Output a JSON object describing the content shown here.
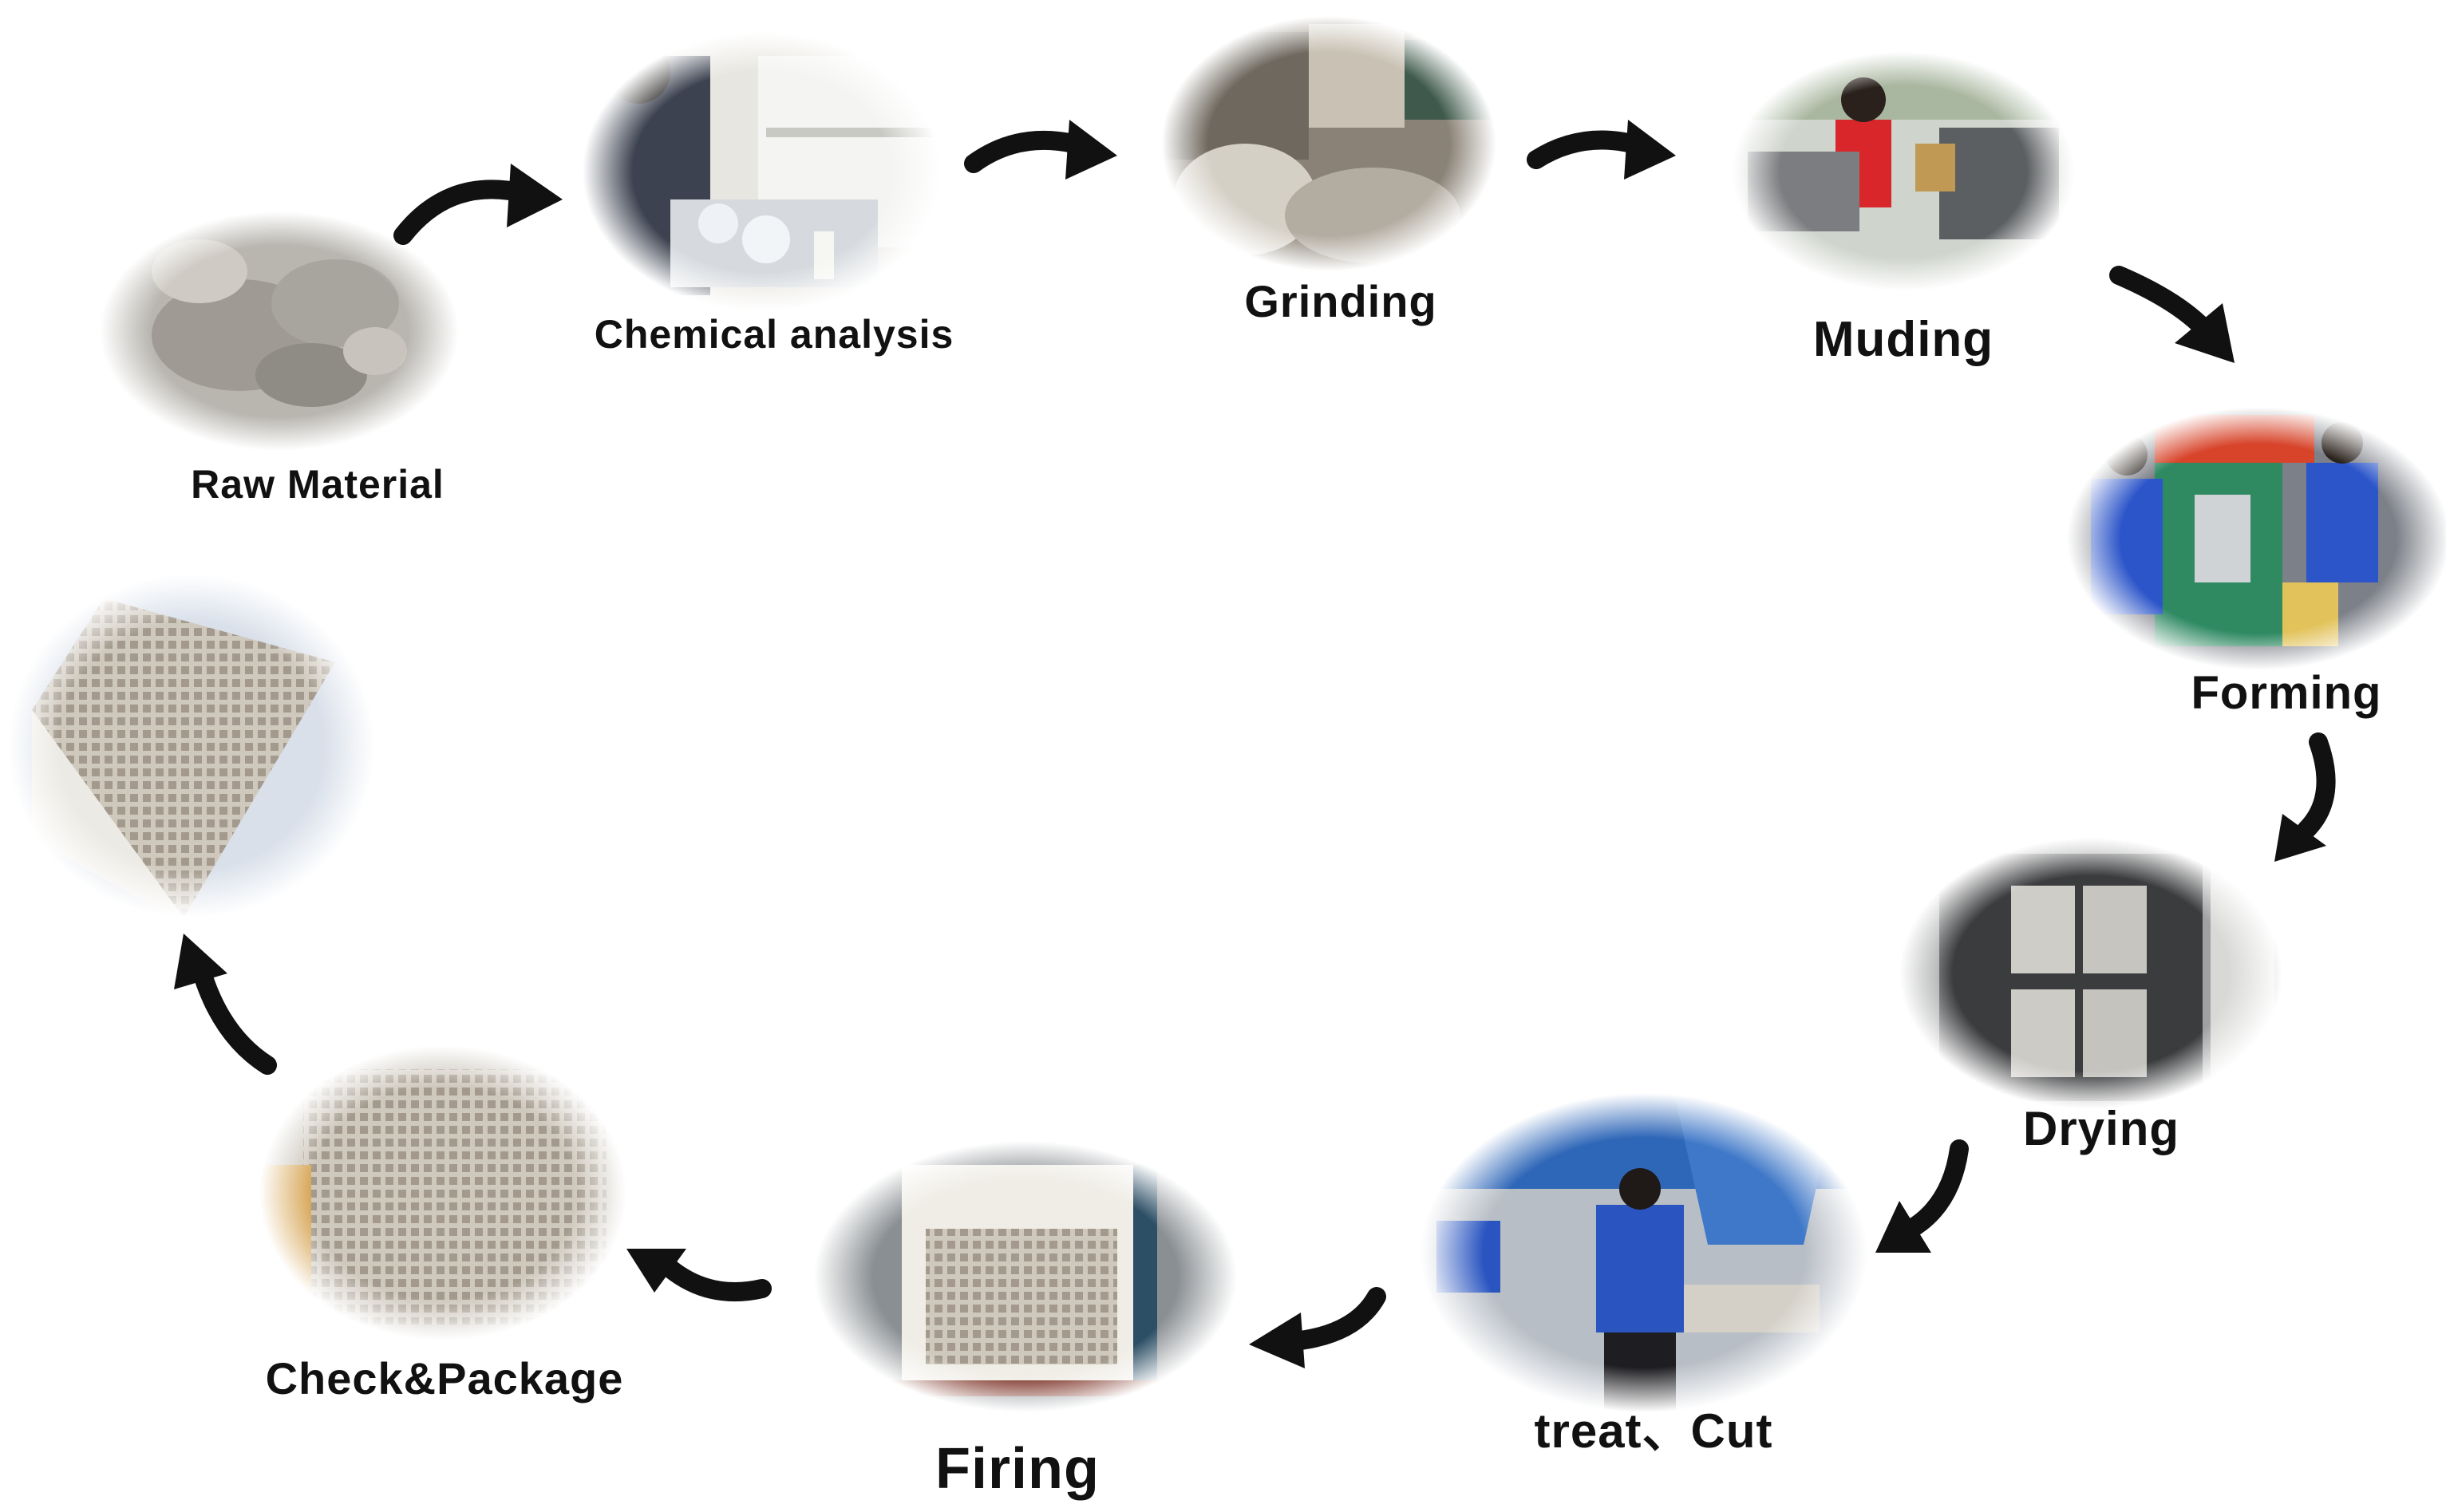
{
  "steps": [
    {
      "id": "raw-material",
      "label": "Raw Material",
      "image": "pile of grey raw material powder"
    },
    {
      "id": "chemical-analysis",
      "label": "Chemical analysis",
      "image": "technician in laboratory with glassware"
    },
    {
      "id": "grinding",
      "label": "Grinding",
      "image": "grinding workshop with machinery and sacks"
    },
    {
      "id": "muding",
      "label": "Muding",
      "image": "worker in red shirt operating mud mixing machine"
    },
    {
      "id": "forming",
      "label": "Forming",
      "image": "workers in blue uniforms at extrusion press"
    },
    {
      "id": "drying",
      "label": "Drying",
      "image": "drying rack with ceramic honeycomb blocks"
    },
    {
      "id": "treat-cut",
      "label": "treat、Cut",
      "image": "workers in blue cutting blocks"
    },
    {
      "id": "firing",
      "label": "Firing",
      "image": "kiln loaded with white blocks"
    },
    {
      "id": "check-package",
      "label": "Check&Package",
      "image": "stacked packaged honeycomb blocks"
    },
    {
      "id": "finished-product",
      "label": "",
      "image": "white honeycomb ceramic cube"
    }
  ],
  "colors": {
    "background": "#ffffff",
    "arrow": "#111111",
    "text": "#111111"
  }
}
